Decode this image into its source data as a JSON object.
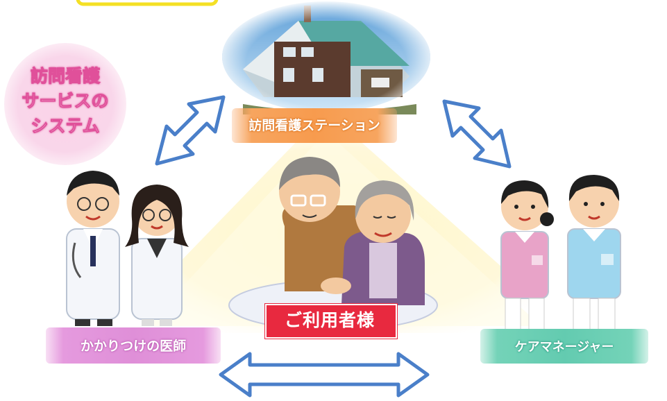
{
  "diagram": {
    "title": "訪問看護\nサービスの\nシステム",
    "title_lines": [
      "訪問看護",
      "サービスの",
      "システム"
    ],
    "station_label": "訪問看護ステーション",
    "user_label": "ご利用者様",
    "doctor_label": "かかりつけの医師",
    "care_manager_label": "ケアマネージャー",
    "colors": {
      "title_pink": "#e0509a",
      "station_orange": "#f79b4e",
      "doctor_purple": "#df8fd8",
      "care_teal": "#63cbb0",
      "user_red": "#e8293f",
      "arrow_blue": "#4a7fc9",
      "glow_yellow": "#fff3b0"
    },
    "icons": [
      "house-photo",
      "doctor-male",
      "doctor-female",
      "elderly-couple",
      "nurse-female",
      "nurse-male",
      "double-arrow"
    ]
  }
}
